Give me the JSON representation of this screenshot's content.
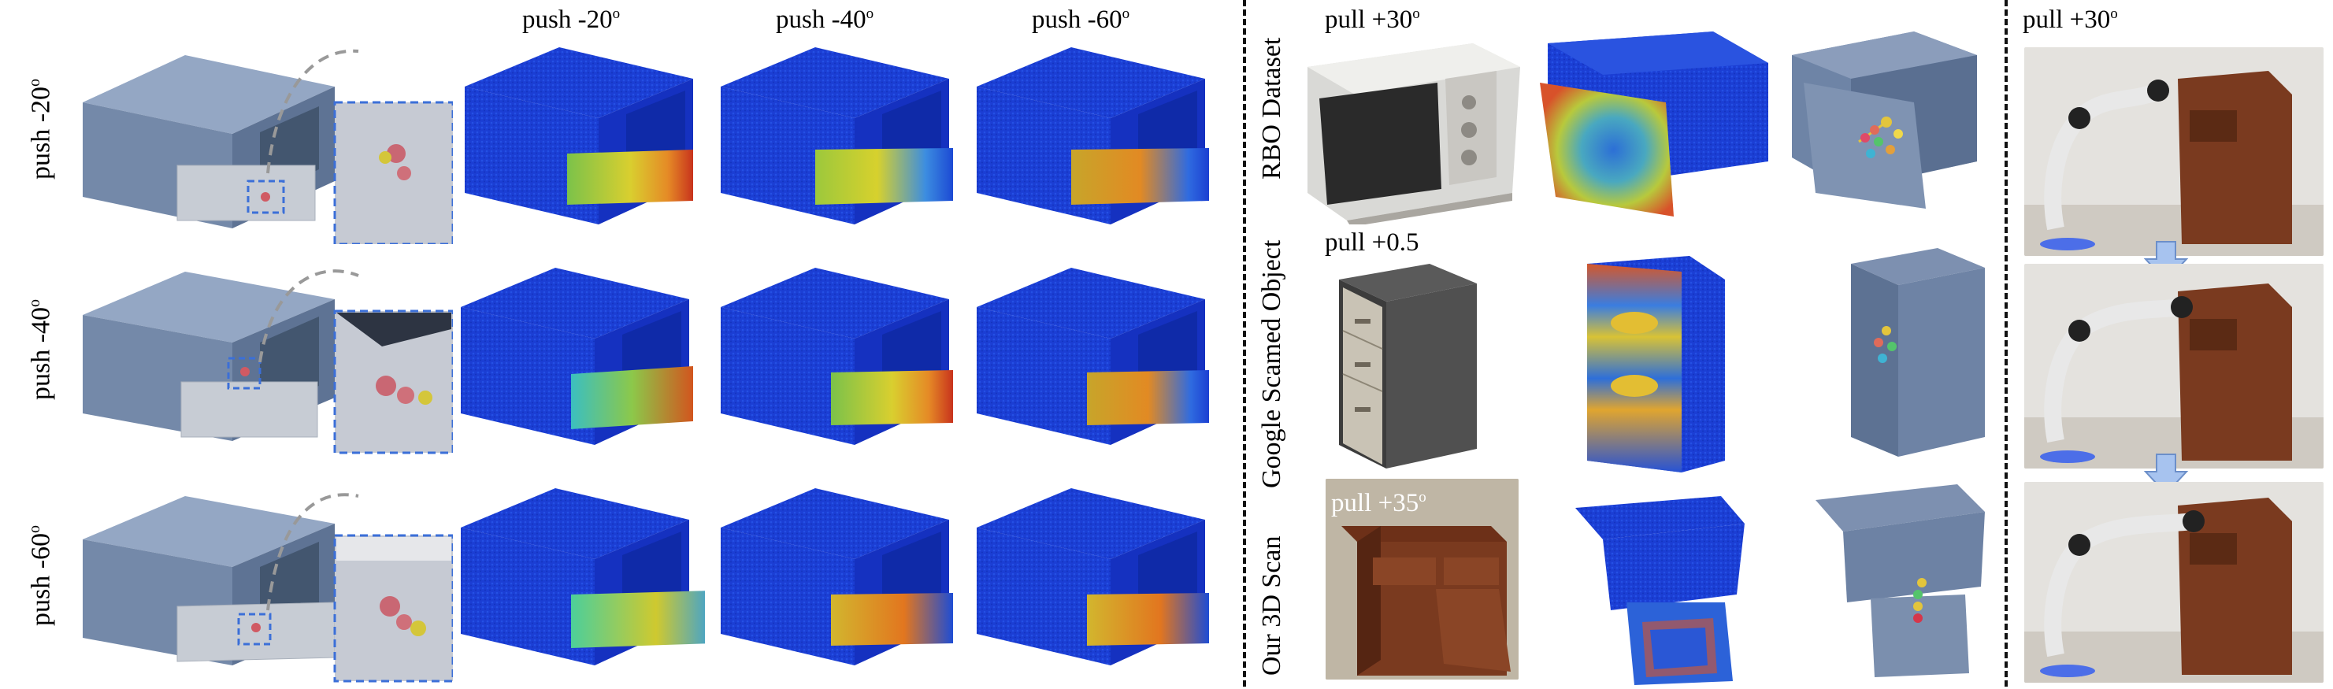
{
  "left_section": {
    "column_headers": [
      "push -20",
      "push -40",
      "push -60"
    ],
    "row_labels": [
      "push -20",
      "push -40",
      "push -60"
    ],
    "degree_symbol": "o"
  },
  "middle_section": {
    "row_labels": [
      "RBO Dataset",
      "Google Scamed Object",
      "Our 3D Scan"
    ],
    "action_labels": [
      "pull +30",
      "pull +0.5",
      "pull +35"
    ],
    "degree_symbol": "o"
  },
  "right_section": {
    "action_label": "pull +30",
    "degree_symbol": "o"
  },
  "colors": {
    "box_gray": "#7e93b3",
    "pointcloud_blue": "#1a3fd6",
    "heat_red": "#d9401f",
    "heat_yellow": "#e2cf2c",
    "heat_green": "#53b947",
    "dashed_blue": "#3b6fd8",
    "cabinet_brown": "#7a3a1f"
  }
}
